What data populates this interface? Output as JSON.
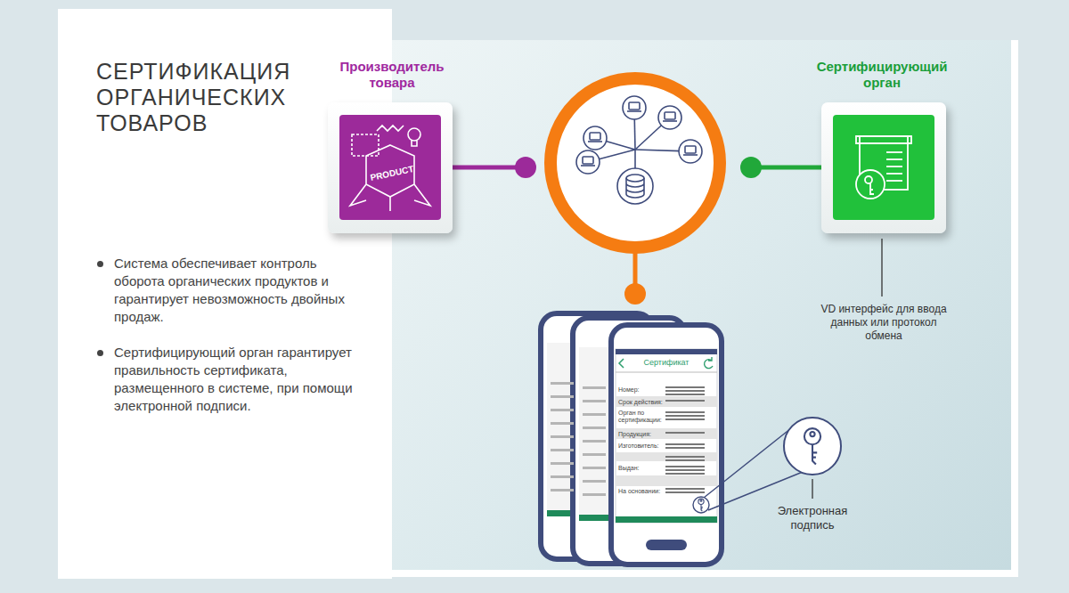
{
  "diagram": {
    "title": "СЕРТИФИКАЦИЯ ОРГАНИЧЕСКИХ ТОВАРОВ",
    "nodes": [
      {
        "text": [
          "Производитель товара",
          "PRODUCT"
        ]
      },
      {
        "text": [
          "Сертифицирующий орган"
        ]
      },
      {
        "text": [
          "Сертификат",
          "Номер:",
          "Срок действия:",
          "Орган по сертификации:",
          "Продукция:",
          "Изготовитель:",
          "Выдан:",
          "На основании:"
        ]
      }
    ],
    "labels": [
      "Система обеспечивает контроль оборота органических продуктов и гарантирует невозможность двойных продаж.",
      "Сертифицирующий орган гарантирует правильность сертификата, размещенного в системе, при помощи электронной подписи.",
      "VD интерфейс для ввода данных или протокол обмена",
      "Электронная подпись"
    ]
  }
}
